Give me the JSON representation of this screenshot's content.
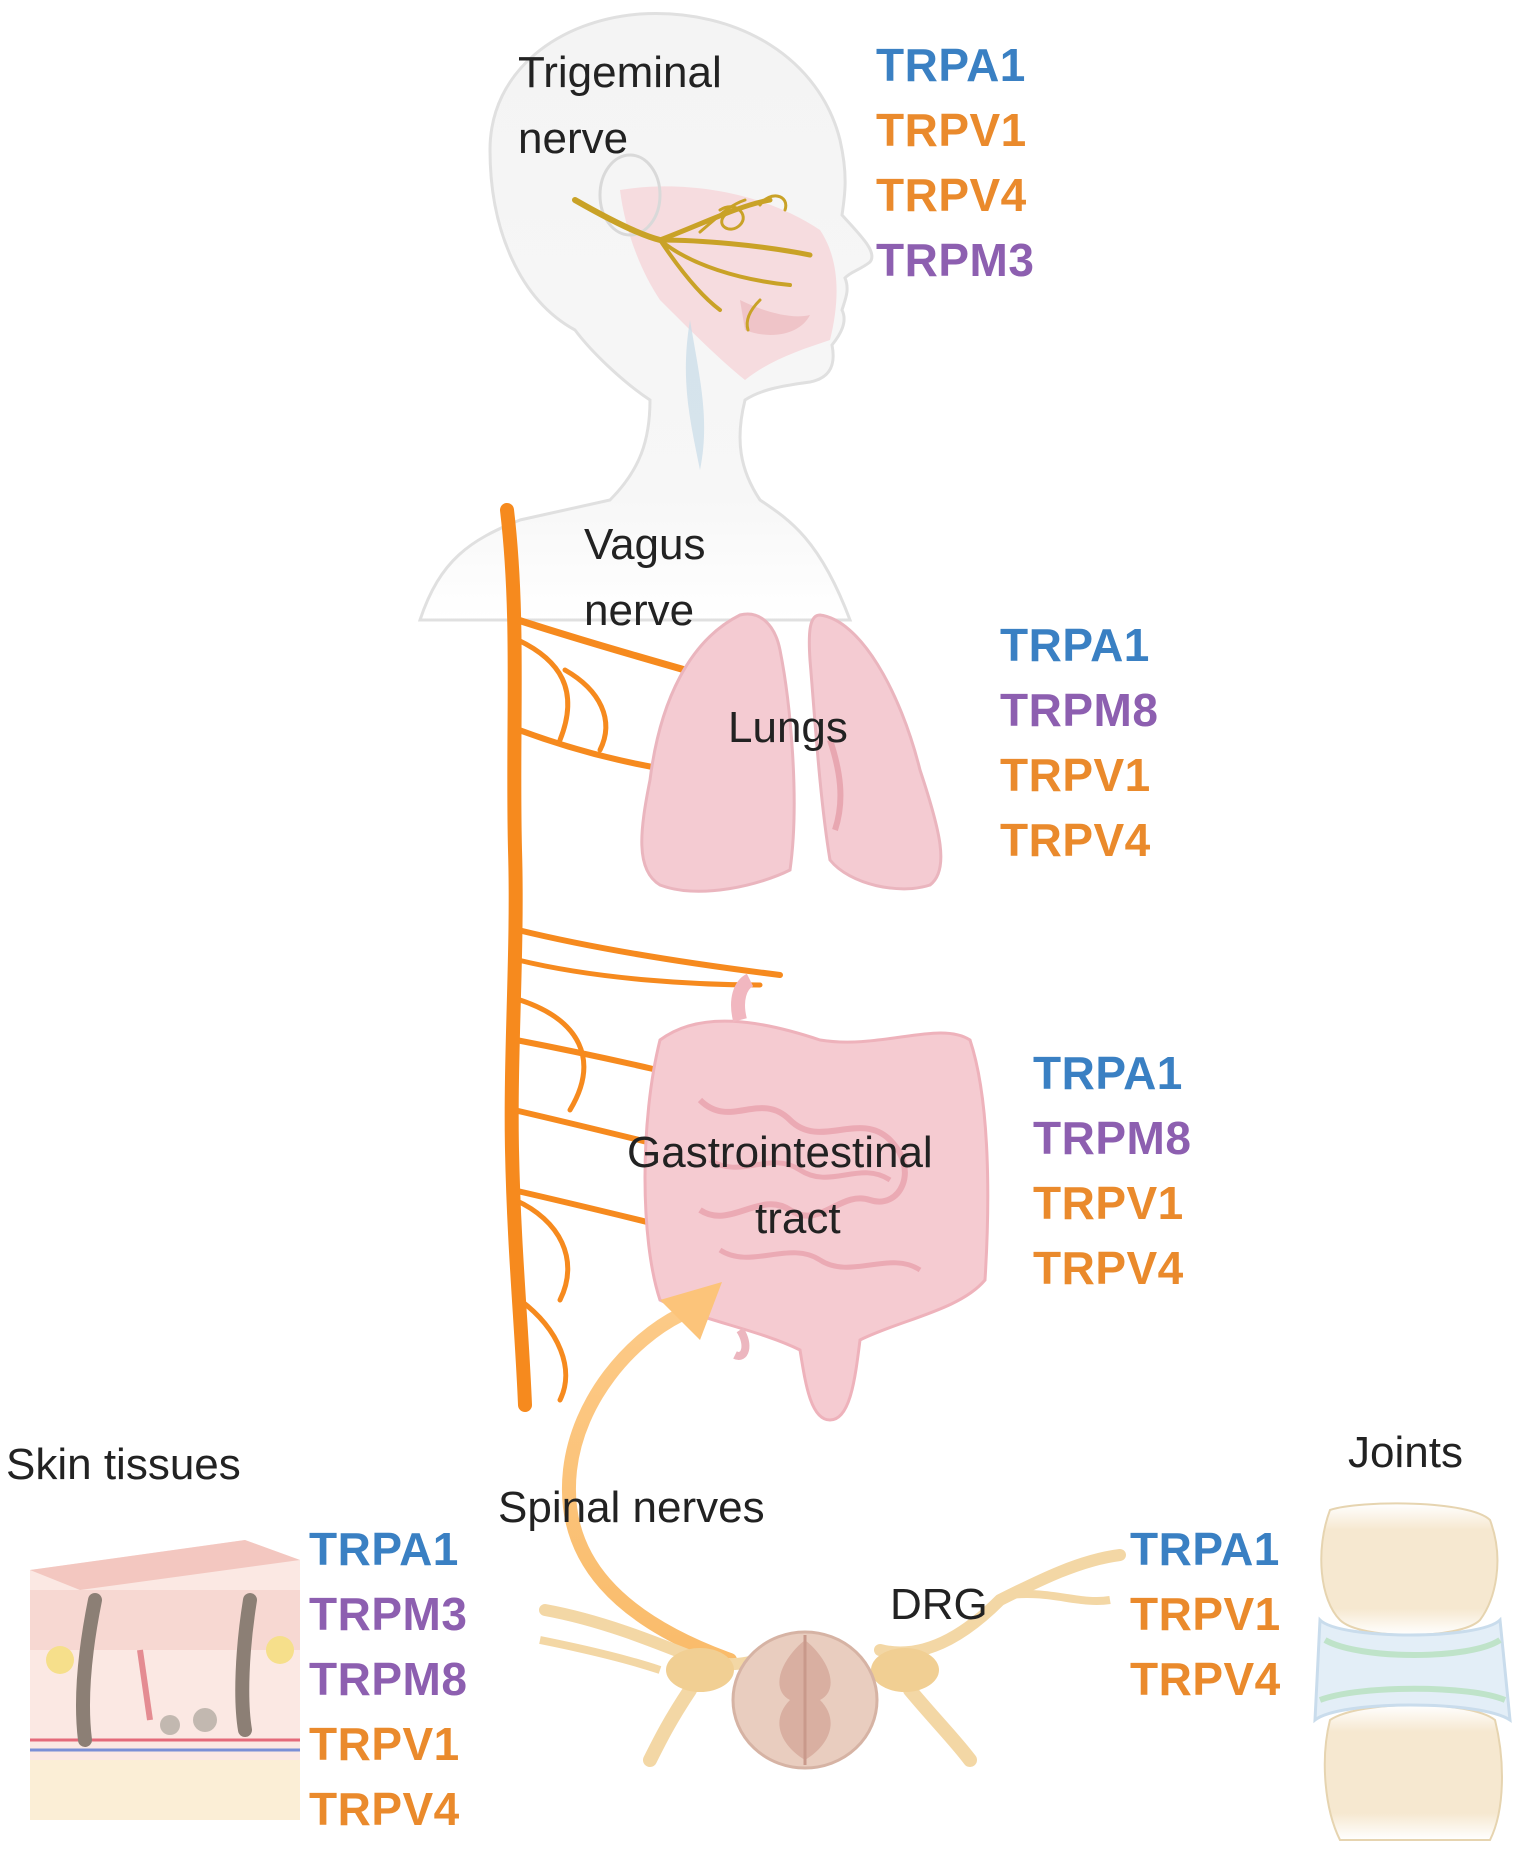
{
  "regions": {
    "trigeminal": {
      "label_line1": "Trigeminal",
      "label_line2": "nerve",
      "channels": [
        "TRPA1",
        "TRPV1",
        "TRPV4",
        "TRPM3"
      ]
    },
    "vagus": {
      "label_line1": "Vagus",
      "label_line2": "nerve"
    },
    "lungs": {
      "label": "Lungs",
      "channels": [
        "TRPA1",
        "TRPM8",
        "TRPV1",
        "TRPV4"
      ]
    },
    "gi": {
      "label_line1": "Gastrointestinal",
      "label_line2": "tract",
      "channels": [
        "TRPA1",
        "TRPM8",
        "TRPV1",
        "TRPV4"
      ]
    },
    "skin": {
      "label": "Skin tissues",
      "channels": [
        "TRPA1",
        "TRPM3",
        "TRPM8",
        "TRPV1",
        "TRPV4"
      ]
    },
    "spinal": {
      "label": "Spinal nerves"
    },
    "drg": {
      "label": "DRG"
    },
    "joints": {
      "label": "Joints",
      "channels": [
        "TRPA1",
        "TRPV1",
        "TRPV4"
      ]
    }
  },
  "colors": {
    "trpa": "#3a80c3",
    "trpv": "#ea8a2c",
    "trpm": "#8d5fb0",
    "vagus_nerve": "#f68a1e",
    "trigeminal_nerve": "#c9a227",
    "organ_pink": "#f2c5cc"
  },
  "icons": [
    "head-silhouette",
    "trigeminal-nerve-drawing",
    "vagus-nerve-drawing",
    "lungs-drawing",
    "intestine-drawing",
    "skin-section-drawing",
    "spinal-cord-drawing",
    "joint-drawing",
    "spinal-arrow"
  ]
}
